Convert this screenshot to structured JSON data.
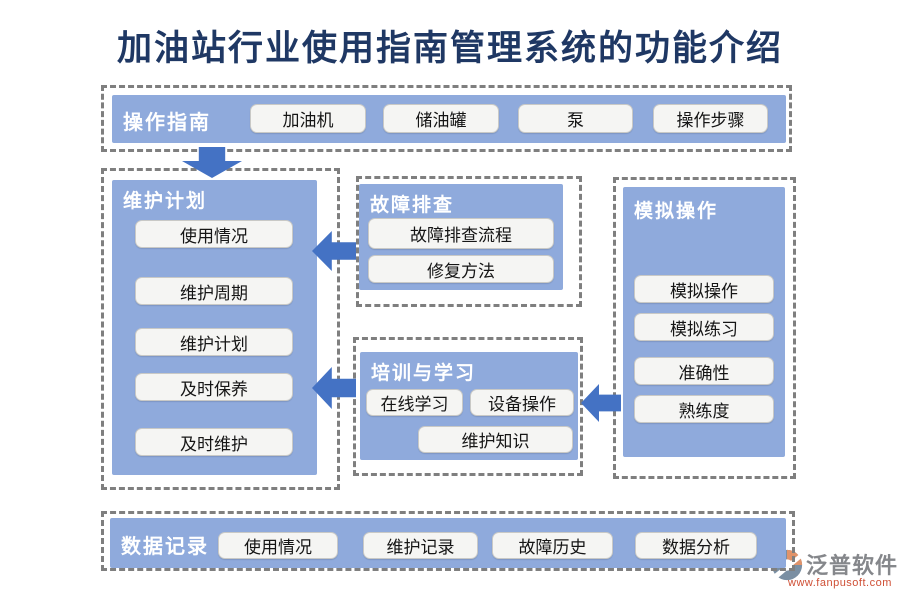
{
  "title": "加油站行业使用指南管理系统的功能介绍",
  "colors": {
    "panel_blue": "#8FAADC",
    "arrow_blue": "#4472C4",
    "title_navy": "#1F3864",
    "dash_gray": "#7F7F7F",
    "node_bg": "#F5F5F3",
    "watermark_url_red": "#CF4F35"
  },
  "sections": {
    "operation_guide": {
      "label": "操作指南",
      "items": [
        "加油机",
        "储油罐",
        "泵",
        "操作步骤"
      ]
    },
    "maintenance_plan": {
      "label": "维护计划",
      "items": [
        "使用情况",
        "维护周期",
        "维护计划",
        "及时保养",
        "及时维护"
      ]
    },
    "troubleshooting": {
      "label": "故障排查",
      "items": [
        "故障排查流程",
        "修复方法"
      ]
    },
    "training": {
      "label": "培训与学习",
      "items": [
        "在线学习",
        "设备操作",
        "维护知识"
      ]
    },
    "simulation": {
      "label": "模拟操作",
      "items": [
        "模拟操作",
        "模拟练习",
        "准确性",
        "熟练度"
      ]
    },
    "data_record": {
      "label": "数据记录",
      "items": [
        "使用情况",
        "维护记录",
        "故障历史",
        "数据分析"
      ]
    }
  },
  "watermark": {
    "brand": "泛普软件",
    "url": "www.fanpusoft.com"
  }
}
